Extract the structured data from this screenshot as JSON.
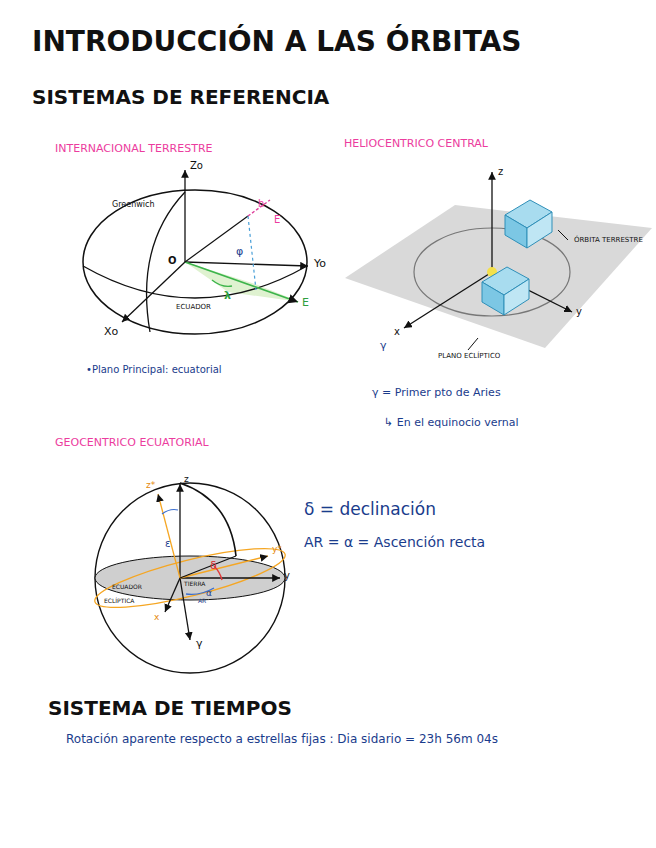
{
  "diagram": {
    "title": "INTRODUCCIÓN A LAS ÓRBITAS",
    "labels": [
      "SISTEMAS DE REFERENCIA",
      "INTERNACIONAL TERRESTRE",
      "Zo",
      "Greenwich",
      "h",
      "E",
      "φ",
      "O",
      "λ",
      "Yo",
      "E",
      "ECUADOR",
      "Xo",
      "•Plano Principal: ecuatorial",
      "HELIOCENTRICO CENTRAL",
      "z",
      "ÓRBITA TERRESTRE",
      "γ",
      "x",
      "y",
      "PLANO ECLÍPTICO",
      "γ = Primer pto de Aries",
      "↳ En el equinocio vernal",
      "GEOCENTRICO ECUATORIAL",
      "z",
      "z*",
      "ε",
      "δ",
      "y*",
      "y",
      "ECUADOR",
      "TIERRA",
      "α",
      "ECLÍPTICA",
      "AR",
      "x",
      "γ",
      "δ = declinación",
      "AR = α = Ascención recta",
      "SISTEMA DE TIEMPOS",
      "Rotación aparente respecto a estrellas fijas : Dia sidario = 23h 56m 04s"
    ]
  }
}
